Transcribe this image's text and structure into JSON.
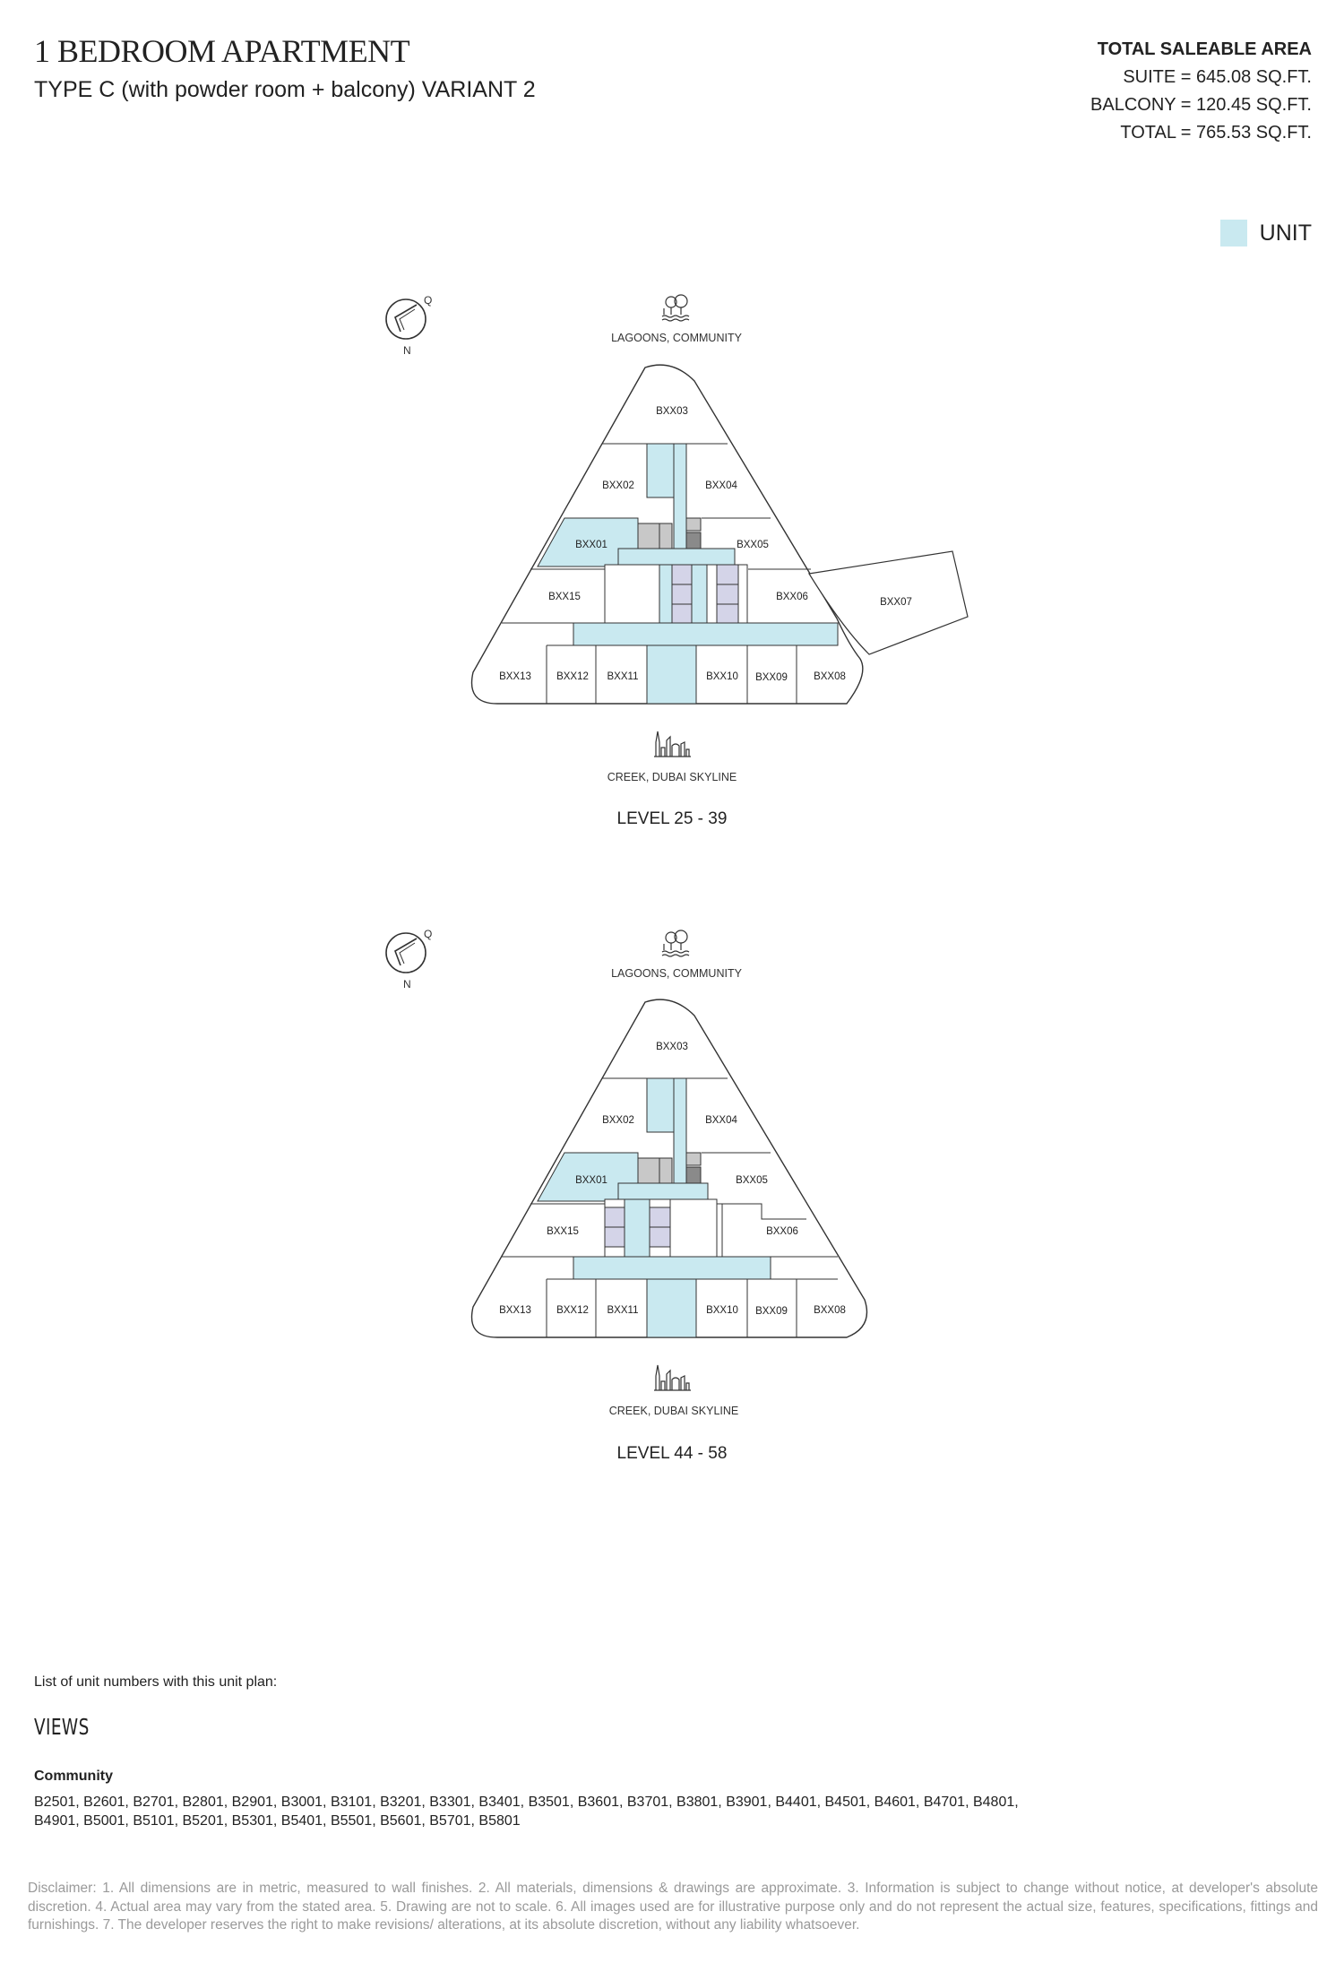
{
  "header": {
    "title": "1 BEDROOM APARTMENT",
    "subtitle": "TYPE C (with powder room + balcony) VARIANT 2"
  },
  "area": {
    "heading": "TOTAL SALEABLE AREA",
    "suite": "SUITE = 645.08 SQ.FT.",
    "balcony": "BALCONY = 120.45 SQ.FT.",
    "total": "TOTAL = 765.53 SQ.FT."
  },
  "legend": {
    "label": "UNIT",
    "color": "#c9e9f0"
  },
  "colors": {
    "unit": "#c9e9f0",
    "core_grey": "#c8c8c8",
    "core_dark": "#8a8a8a",
    "lift": "#d4d4e8",
    "line": "#333333"
  },
  "plans": [
    {
      "view_top": "LAGOONS, COMMUNITY",
      "view_bottom": "CREEK, DUBAI SKYLINE",
      "level": "LEVEL 25 - 39",
      "compass": {
        "q": "Q",
        "n": "N"
      },
      "units": {
        "u03": "BXX03",
        "u02": "BXX02",
        "u04": "BXX04",
        "u01": "BXX01",
        "u05": "BXX05",
        "u15": "BXX15",
        "u06": "BXX06",
        "u07": "BXX07",
        "u13": "BXX13",
        "u12": "BXX12",
        "u11": "BXX11",
        "u10": "BXX10",
        "u09": "BXX09",
        "u08": "BXX08"
      }
    },
    {
      "view_top": "LAGOONS, COMMUNITY",
      "view_bottom": "CREEK, DUBAI SKYLINE",
      "level": "LEVEL 44 - 58",
      "compass": {
        "q": "Q",
        "n": "N"
      },
      "units": {
        "u03": "BXX03",
        "u02": "BXX02",
        "u04": "BXX04",
        "u01": "BXX01",
        "u05": "BXX05",
        "u15": "BXX15",
        "u06": "BXX06",
        "u13": "BXX13",
        "u12": "BXX12",
        "u11": "BXX11",
        "u10": "BXX10",
        "u09": "BXX09",
        "u08": "BXX08"
      }
    }
  ],
  "list": {
    "label": "List of unit numbers with this unit plan:",
    "views_heading": "VIEWS",
    "community_heading": "Community",
    "units": "B2501, B2601, B2701, B2801, B2901, B3001, B3101, B3201, B3301, B3401, B3501, B3601, B3701, B3801, B3901, B4401, B4501, B4601, B4701, B4801, B4901, B5001, B5101, B5201, B5301, B5401, B5501, B5601, B5701, B5801"
  },
  "disclaimer": "Disclaimer: 1. All dimensions are in metric, measured to wall finishes. 2. All materials, dimensions & drawings are approximate. 3. Information is subject to change without notice, at developer's absolute discretion. 4. Actual area may vary from the stated area. 5. Drawing are not to scale. 6. All images used are for illustrative purpose only and do not represent the actual size, features, specifications, fittings and furnishings. 7. The developer reserves the right to make revisions/ alterations, at its absolute discretion, without any liability whatsoever."
}
